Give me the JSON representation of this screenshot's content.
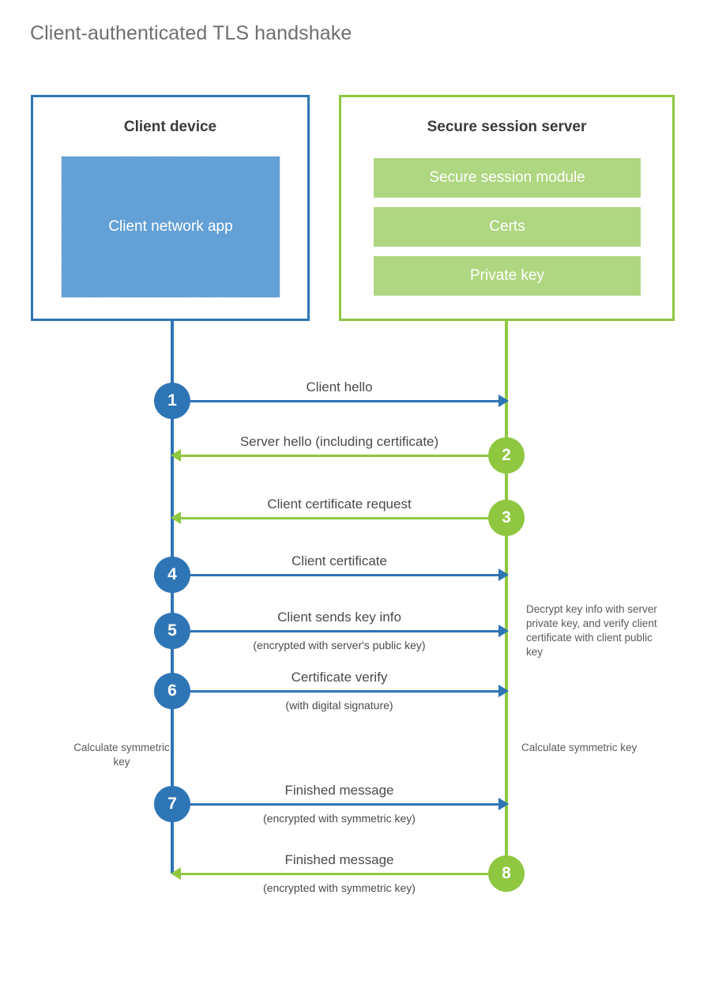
{
  "title": "Client-authenticated TLS handshake",
  "colors": {
    "client_blue": "#2e75b6",
    "client_app_fill": "#62a0d5",
    "server_green": "#8fc741",
    "server_block_fill": "#afd680",
    "title_gray": "#6f6f6f",
    "label_gray": "#4a4a4a"
  },
  "client": {
    "title": "Client device",
    "app_label": "Client network app"
  },
  "server": {
    "title": "Secure session server",
    "blocks": [
      {
        "label": "Secure session module"
      },
      {
        "label": "Certs"
      },
      {
        "label": "Private key"
      }
    ]
  },
  "messages": [
    {
      "number": "1",
      "direction": "client-to-server",
      "label": "Client hello",
      "sublabel": ""
    },
    {
      "number": "2",
      "direction": "server-to-client",
      "label": "Server hello (including certificate)",
      "sublabel": ""
    },
    {
      "number": "3",
      "direction": "server-to-client",
      "label": "Client certificate request",
      "sublabel": ""
    },
    {
      "number": "4",
      "direction": "client-to-server",
      "label": "Client certificate",
      "sublabel": ""
    },
    {
      "number": "5",
      "direction": "client-to-server",
      "label": "Client sends key info",
      "sublabel": "(encrypted with server's public key)"
    },
    {
      "number": "6",
      "direction": "client-to-server",
      "label": "Certificate verify",
      "sublabel": "(with digital signature)"
    },
    {
      "number": "7",
      "direction": "client-to-server",
      "label": "Finished message",
      "sublabel": "(encrypted with symmetric key)"
    },
    {
      "number": "8",
      "direction": "server-to-client",
      "label": "Finished message",
      "sublabel": "(encrypted with symmetric key)"
    }
  ],
  "notes": {
    "decrypt": "Decrypt key info with server private key, and verify client certificate with client public key",
    "calculate_client": "Calculate symmetric key",
    "calculate_server": "Calculate symmetric key"
  }
}
